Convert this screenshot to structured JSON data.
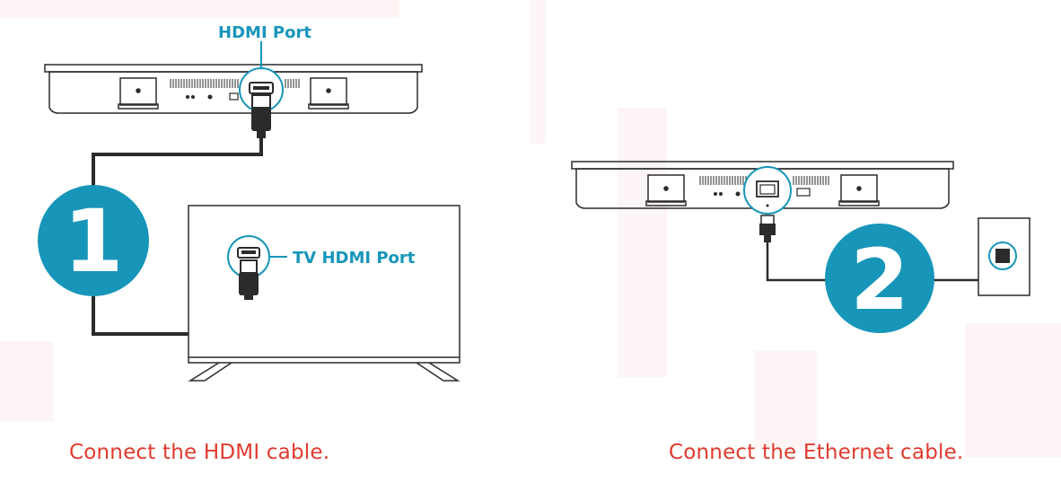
{
  "steps": [
    {
      "number": "1",
      "port_label": "HDMI Port",
      "tv_port_label": "TV HDMI Port",
      "caption": "Connect the HDMI cable."
    },
    {
      "number": "2",
      "caption": "Connect the Ethernet cable."
    }
  ],
  "colors": {
    "accent": "#1796b9",
    "caption": "#e03a2e",
    "line": "#2b2b2b"
  }
}
